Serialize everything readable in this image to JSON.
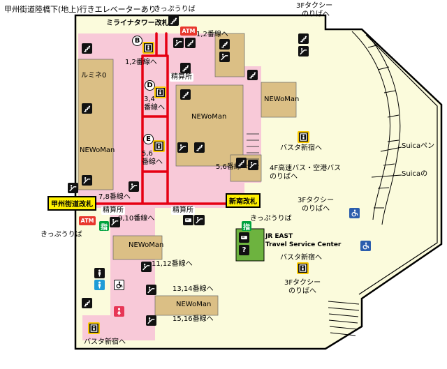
{
  "colors": {
    "map_bg": "#FBFBDC",
    "concourse_pink": "#F8C9D8",
    "building_tan": "#DBBF85",
    "route_red": "#E60012",
    "gate_yellow": "#FFF100",
    "jr_green": "#6DB33F",
    "atm_red": "#E8382D",
    "reserved_green": "#00A23E",
    "elevator_frame_yellow": "#F9C802",
    "toilet_blue": "#1E9CD7",
    "toilet_red": "#E73656",
    "wheelchair_blue": "#2B5DAD"
  },
  "notes": {
    "overpass_elevator": "甲州街道陸橋下(地上)行きエレベーターあり"
  },
  "gates": {
    "miraina": "ミライナタワー改札",
    "koshukaido": "甲州街道改札",
    "shinminami": "新南改札"
  },
  "facilities": {
    "ticket_office": "きっぷうりば",
    "fare_adjustment": "精算所",
    "atm": "ATM",
    "reserved_seat": "指",
    "jr_east_line1": "JR EAST",
    "jr_east_line2": "Travel Service Center",
    "info_question": "?"
  },
  "platforms": {
    "p1_2": "1,2番線へ",
    "p3_4_line1": "3,4",
    "p3_4_line2": "番線へ",
    "p5_6_line1": "5,6",
    "p5_6_line2": "番線へ",
    "p5_6": "5,6番線へ",
    "p7_8": "7,8番線へ",
    "p9_10": "9,10番線へ",
    "p11_12": "11,12番線へ",
    "p13_14": "13,14番線へ",
    "p15_16": "15,16番線へ"
  },
  "destinations": {
    "busta": "バスタ新宿へ",
    "taxi_3f_line1": "3Fタクシー",
    "taxi_3f_line2": "のりばへ",
    "bus_4f_line1": "4F高速バス・空港バス",
    "bus_4f_line2": "のりばへ",
    "suica_penguin": "Suicaペン",
    "suica_no": "Suicaの"
  },
  "buildings": {
    "lumine0": "ルミネ0",
    "newoman": "NEWoMan"
  },
  "elevator_marks": {
    "b": "B",
    "d": "D",
    "e": "E"
  },
  "icons": {
    "stairs": "stairs-icon",
    "escalator": "escalator-icon",
    "elevator": "elevator-icon",
    "wheelchair": "wheelchair-icon",
    "toilet_men": "toilet-men-icon",
    "toilet_women": "toilet-women-icon",
    "accessible_toilet": "accessible-toilet-icon",
    "ticket_machine": "ticket-machine-icon",
    "information": "question-mark-icon"
  }
}
